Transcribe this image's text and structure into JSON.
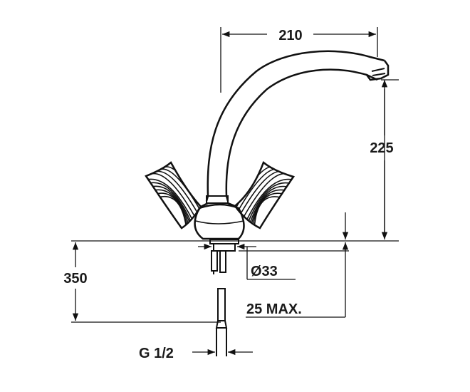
{
  "dimensions": {
    "spout_reach": "210",
    "spout_height": "225",
    "base_diameter": "Ø33",
    "total_height": "350",
    "counter_thickness": "25 MAX.",
    "connection_thread": "G 1/2"
  },
  "colors": {
    "line": "#111111",
    "text": "#1a1a1a",
    "background": "#ffffff"
  }
}
